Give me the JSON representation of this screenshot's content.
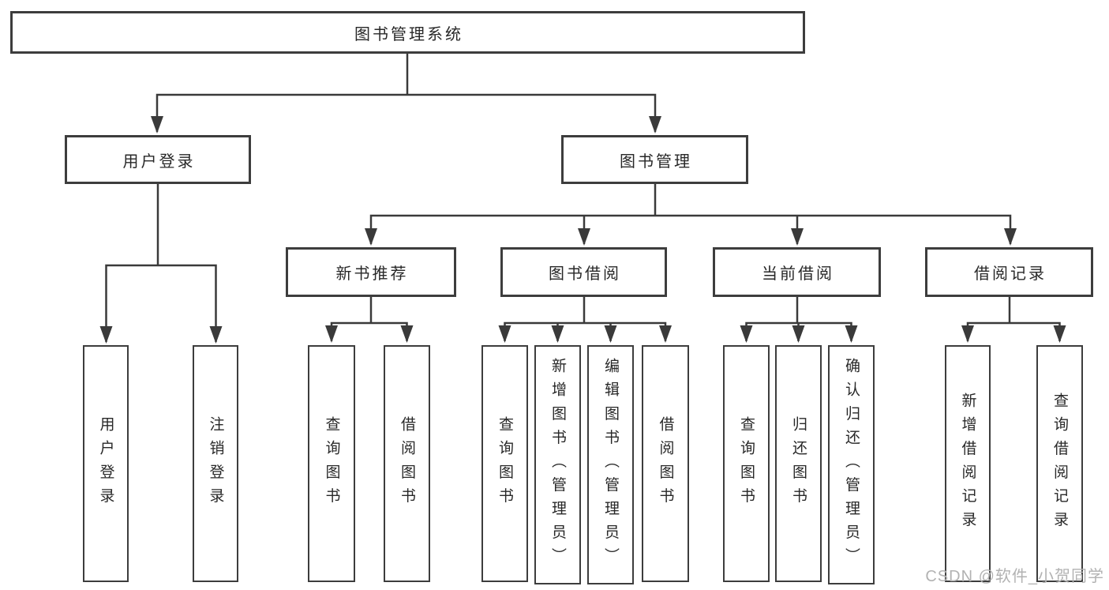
{
  "tree": {
    "root": "图书管理系统",
    "branches": [
      {
        "label": "用户登录",
        "children": [
          "用户登录",
          "注销登录"
        ]
      },
      {
        "label": "图书管理",
        "sections": [
          {
            "label": "新书推荐",
            "children": [
              "查询图书",
              "借阅图书"
            ]
          },
          {
            "label": "图书借阅",
            "children": [
              "查询图书",
              "新增图书（管理员）",
              "编辑图书（管理员）",
              "借阅图书"
            ]
          },
          {
            "label": "当前借阅",
            "children": [
              "查询图书",
              "归还图书",
              "确认归还（管理员）"
            ]
          },
          {
            "label": "借阅记录",
            "children": [
              "新增借阅记录",
              "查询借阅记录"
            ]
          }
        ]
      }
    ]
  },
  "colors": {
    "line": "#3a3a3a",
    "border": "#3d3d3d",
    "text": "#282828",
    "watermark": "#b2b2b2"
  },
  "watermark": {
    "text": "CSDN @软件_小贺同学"
  }
}
